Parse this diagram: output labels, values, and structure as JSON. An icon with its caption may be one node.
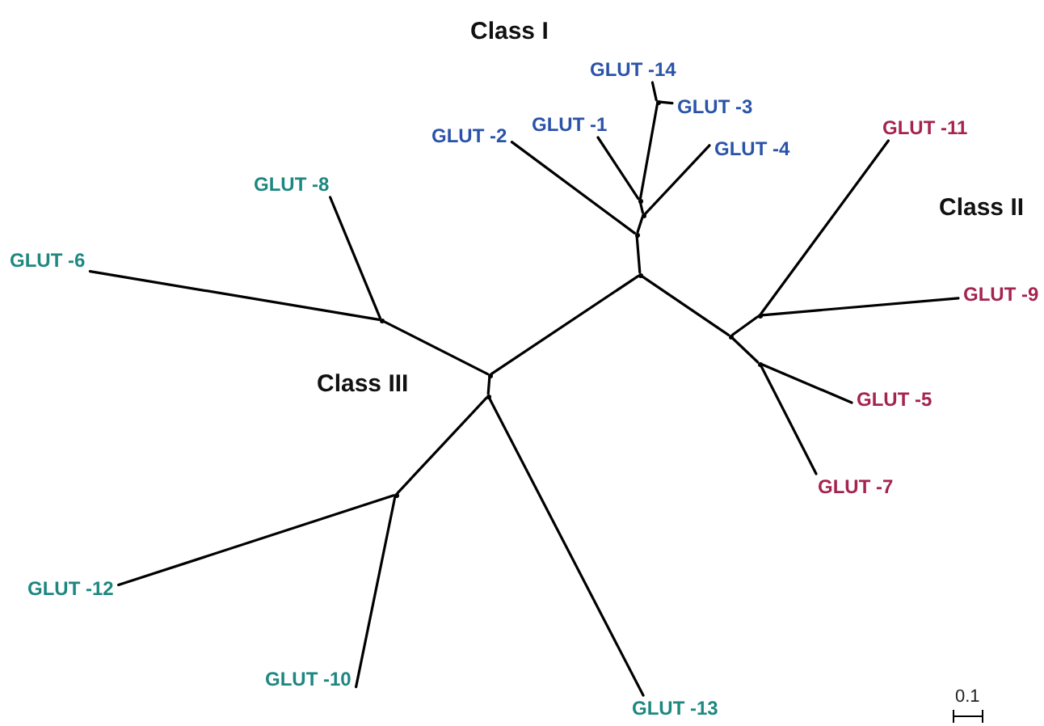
{
  "diagram": {
    "nodes": [
      {
        "text": [
          "GLUT -14"
        ]
      },
      {
        "text": [
          "GLUT -1"
        ]
      },
      {
        "text": [
          "GLUT -3"
        ]
      },
      {
        "text": [
          "GLUT -2"
        ]
      },
      {
        "text": [
          "GLUT -11"
        ]
      },
      {
        "text": [
          "GLUT -8"
        ]
      },
      {
        "text": [
          "GLUT -4"
        ]
      },
      {
        "text": [
          "GLUT -6"
        ]
      },
      {
        "text": [
          "GLUT -9"
        ]
      },
      {
        "text": [
          "GLUT -5"
        ]
      },
      {
        "text": [
          "GLUT -7"
        ]
      },
      {
        "text": [
          "GLUT -12"
        ]
      },
      {
        "text": [
          "GLUT -10"
        ]
      },
      {
        "text": [
          "GLUT -13"
        ]
      },
      {
        "text": [],
        "shape": "point"
      },
      {
        "text": [],
        "shape": "point"
      },
      {
        "text": [],
        "shape": "point"
      },
      {
        "text": [],
        "shape": "point"
      },
      {
        "text": [],
        "shape": "point"
      },
      {
        "text": [],
        "shape": "point"
      },
      {
        "text": [],
        "shape": "point"
      },
      {
        "text": [],
        "shape": "point"
      },
      {
        "text": [],
        "shape": "point"
      },
      {
        "text": [],
        "shape": "point"
      },
      {
        "text": [],
        "shape": "point"
      },
      {
        "text": [],
        "shape": "point"
      }
    ],
    "edges": [
      {
        "from": 14,
        "to": 0,
        "arrow": "none"
      },
      {
        "from": 14,
        "to": 2,
        "arrow": "none"
      },
      {
        "from": 15,
        "to": 1,
        "arrow": "none"
      },
      {
        "from": 15,
        "to": 14,
        "arrow": "none"
      },
      {
        "from": 16,
        "to": 15,
        "arrow": "none"
      },
      {
        "from": 16,
        "to": 6,
        "arrow": "none"
      },
      {
        "from": 17,
        "to": 16,
        "arrow": "none"
      },
      {
        "from": 17,
        "to": 3,
        "arrow": "none"
      },
      {
        "from": 18,
        "to": 17,
        "arrow": "none"
      },
      {
        "from": 18,
        "to": 20,
        "arrow": "none"
      },
      {
        "from": 20,
        "to": 19,
        "arrow": "none"
      },
      {
        "from": 19,
        "to": 4,
        "arrow": "none"
      },
      {
        "from": 19,
        "to": 8,
        "arrow": "none"
      },
      {
        "from": 20,
        "to": 21,
        "arrow": "none"
      },
      {
        "from": 21,
        "to": 9,
        "arrow": "none"
      },
      {
        "from": 21,
        "to": 10,
        "arrow": "none"
      },
      {
        "from": 18,
        "to": 23,
        "arrow": "none"
      },
      {
        "from": 23,
        "to": 22,
        "arrow": "none"
      },
      {
        "from": 22,
        "to": 7,
        "arrow": "none"
      },
      {
        "from": 22,
        "to": 5,
        "arrow": "none"
      },
      {
        "from": 23,
        "to": 24,
        "arrow": "none"
      },
      {
        "from": 24,
        "to": 25,
        "arrow": "none"
      },
      {
        "from": 25,
        "to": 11,
        "arrow": "none"
      },
      {
        "from": 25,
        "to": 12,
        "arrow": "none"
      },
      {
        "from": 24,
        "to": 13,
        "arrow": "none"
      }
    ],
    "labels": [
      "Class I",
      "Class II",
      "Class III",
      "0.1"
    ]
  }
}
